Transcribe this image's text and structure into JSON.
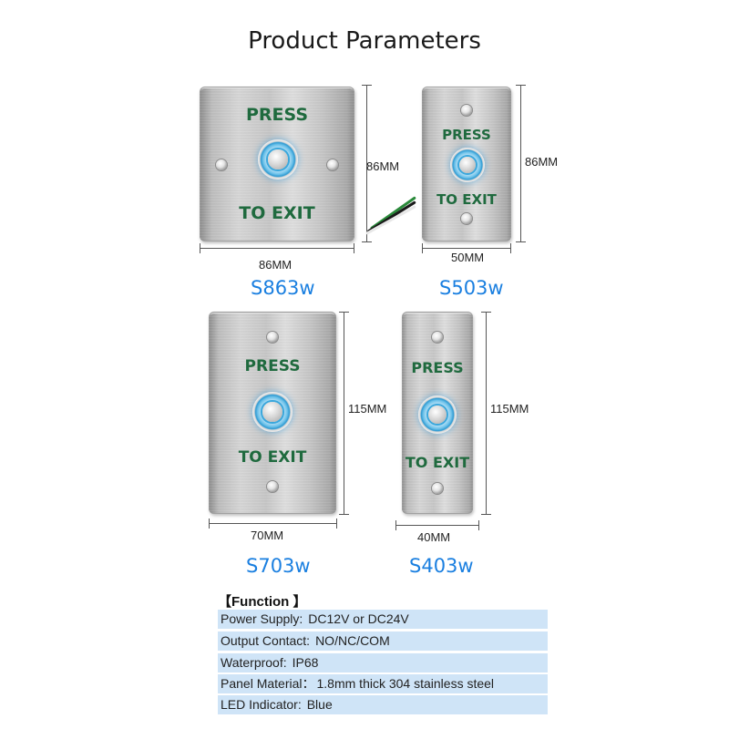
{
  "page": {
    "title": "Product Parameters"
  },
  "plate_text": {
    "top": "PRESS",
    "bottom": "TO EXIT"
  },
  "products": [
    {
      "model": "S863w",
      "width": "86MM",
      "height": "86MM"
    },
    {
      "model": "S503w",
      "width": "50MM",
      "height": "86MM"
    },
    {
      "model": "S703w",
      "width": "70MM",
      "height": "115MM"
    },
    {
      "model": "S403w",
      "width": "40MM",
      "height": "115MM"
    }
  ],
  "function": {
    "heading": "【Function 】",
    "rows": [
      {
        "label": "Power Supply:",
        "value": "DC12V or DC24V"
      },
      {
        "label": "Output Contact:",
        "value": "NO/NC/COM"
      },
      {
        "label": "Waterproof:",
        "value": "IP68"
      },
      {
        "label": "Panel Material：",
        "value": "1.8mm thick 304 stainless steel"
      },
      {
        "label": "LED Indicator:",
        "value": "Blue"
      }
    ]
  },
  "colors": {
    "text_green": "#1f6a3e",
    "model_blue": "#1a7fe0",
    "row_bg": "#cfe4f7",
    "led_blue": "#2f9ad2"
  }
}
